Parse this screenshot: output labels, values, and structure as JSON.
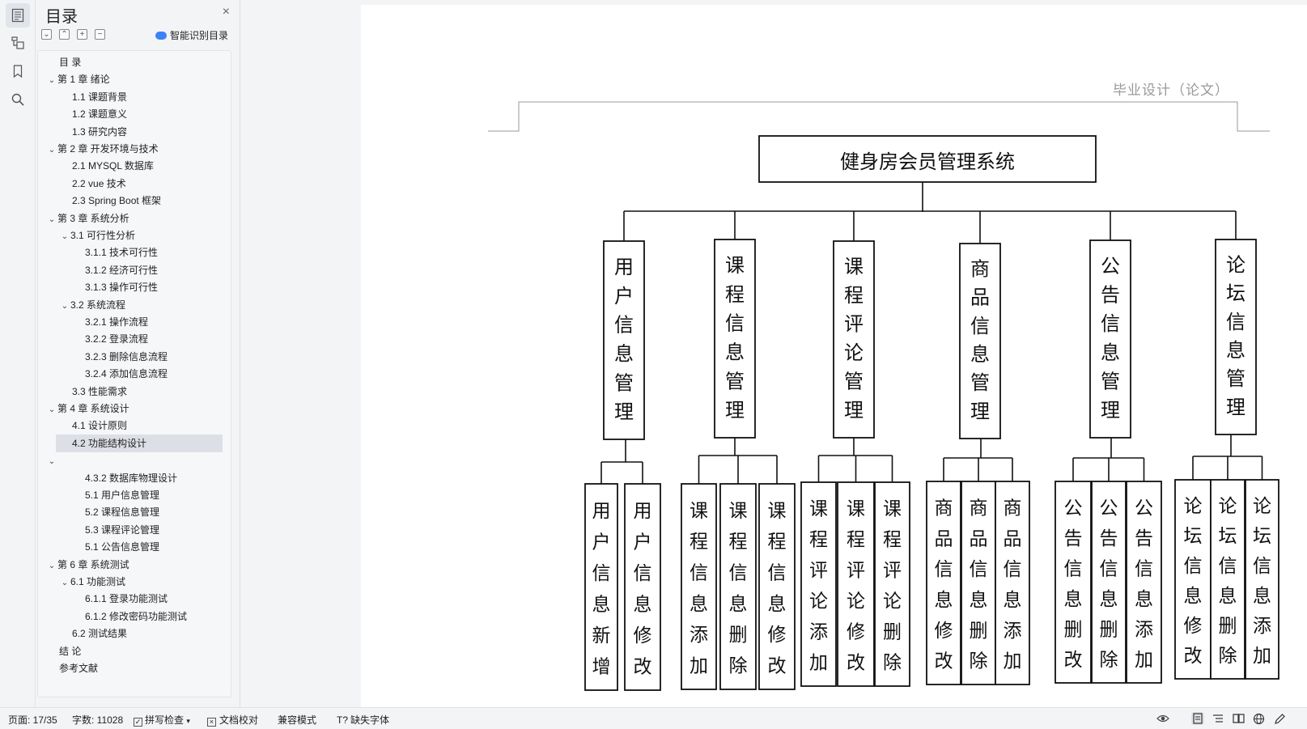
{
  "toc": {
    "title": "目录",
    "close": "×",
    "smart_label": "智能识别目录",
    "items": [
      {
        "label": "目  录",
        "level": 0,
        "caret": ""
      },
      {
        "label": "第 1 章  绪论",
        "level": 0,
        "caret": "v"
      },
      {
        "label": "1.1  课题背景",
        "level": 1,
        "caret": ""
      },
      {
        "label": "1.2  课题意义",
        "level": 1,
        "caret": ""
      },
      {
        "label": "1.3  研究内容",
        "level": 1,
        "caret": ""
      },
      {
        "label": "第 2 章  开发环境与技术",
        "level": 0,
        "caret": "v"
      },
      {
        "label": "2.1 MYSQL 数据库",
        "level": 1,
        "caret": ""
      },
      {
        "label": "2.2 vue 技术",
        "level": 1,
        "caret": ""
      },
      {
        "label": "2.3 Spring Boot 框架",
        "level": 1,
        "caret": ""
      },
      {
        "label": "第 3 章  系统分析",
        "level": 0,
        "caret": "v"
      },
      {
        "label": "3.1  可行性分析",
        "level": 1,
        "caret": "v"
      },
      {
        "label": "3.1.1  技术可行性",
        "level": 2,
        "caret": ""
      },
      {
        "label": "3.1.2  经济可行性",
        "level": 2,
        "caret": ""
      },
      {
        "label": "3.1.3  操作可行性",
        "level": 2,
        "caret": ""
      },
      {
        "label": "3.2  系统流程",
        "level": 1,
        "caret": "v"
      },
      {
        "label": "3.2.1  操作流程",
        "level": 2,
        "caret": ""
      },
      {
        "label": "3.2.2  登录流程",
        "level": 2,
        "caret": ""
      },
      {
        "label": "3.2.3  删除信息流程",
        "level": 2,
        "caret": ""
      },
      {
        "label": "3.2.4  添加信息流程",
        "level": 2,
        "caret": ""
      },
      {
        "label": "3.3  性能需求",
        "level": 1,
        "caret": ""
      },
      {
        "label": "第 4 章  系统设计",
        "level": 0,
        "caret": "v"
      },
      {
        "label": "4.1  设计原则",
        "level": 1,
        "caret": ""
      },
      {
        "label": "4.2  功能结构设计",
        "level": 1,
        "caret": "",
        "selected": true
      },
      {
        "label": "",
        "level": 0,
        "caret": "v"
      },
      {
        "label": "4.3.2  数据库物理设计",
        "level": 2,
        "caret": ""
      },
      {
        "label": "5.1 用户信息管理",
        "level": 2,
        "caret": ""
      },
      {
        "label": "5.2  课程信息管理",
        "level": 2,
        "caret": ""
      },
      {
        "label": "5.3 课程评论管理",
        "level": 2,
        "caret": ""
      },
      {
        "label": "5.1 公告信息管理",
        "level": 2,
        "caret": ""
      },
      {
        "label": "第 6 章  系统测试",
        "level": 0,
        "caret": "v"
      },
      {
        "label": "6.1  功能测试",
        "level": 1,
        "caret": "v"
      },
      {
        "label": "6.1.1  登录功能测试",
        "level": 2,
        "caret": ""
      },
      {
        "label": "6.1.2  修改密码功能测试",
        "level": 2,
        "caret": ""
      },
      {
        "label": "6.2  测试结果",
        "level": 1,
        "caret": ""
      },
      {
        "label": "结  论",
        "level": 0,
        "caret": ""
      },
      {
        "label": "参考文献",
        "level": 0,
        "caret": ""
      }
    ]
  },
  "document": {
    "header": "毕业设计（论文）",
    "diagram": {
      "root": "健身房会员管理系统",
      "modules": [
        {
          "name": "用户信息管理",
          "children": [
            "用户信息新增",
            "用户信息修改"
          ]
        },
        {
          "name": "课程信息管理",
          "children": [
            "课程信息添加",
            "课程信息删除",
            "课程信息修改"
          ]
        },
        {
          "name": "课程评论管理",
          "children": [
            "课程评论添加",
            "课程评论修改",
            "课程评论删除"
          ]
        },
        {
          "name": "商品信息管理",
          "children": [
            "商品信息修改",
            "商品信息删除",
            "商品信息添加"
          ]
        },
        {
          "name": "公告信息管理",
          "children": [
            "公告信息删改",
            "公告信息删除",
            "公告信息添加"
          ]
        },
        {
          "name": "论坛信息管理",
          "children": [
            "论坛信息修改",
            "论坛信息删除",
            "论坛信息添加"
          ]
        }
      ]
    }
  },
  "status": {
    "page": "页面: 17/35",
    "words": "字数: 11028",
    "spell": "拼写检查",
    "proof": "文档校对",
    "compat": "兼容模式",
    "missing_font": "缺失字体"
  },
  "colors": {
    "selected_bg": "#dcdfe5",
    "accent": "#3b82f6"
  }
}
